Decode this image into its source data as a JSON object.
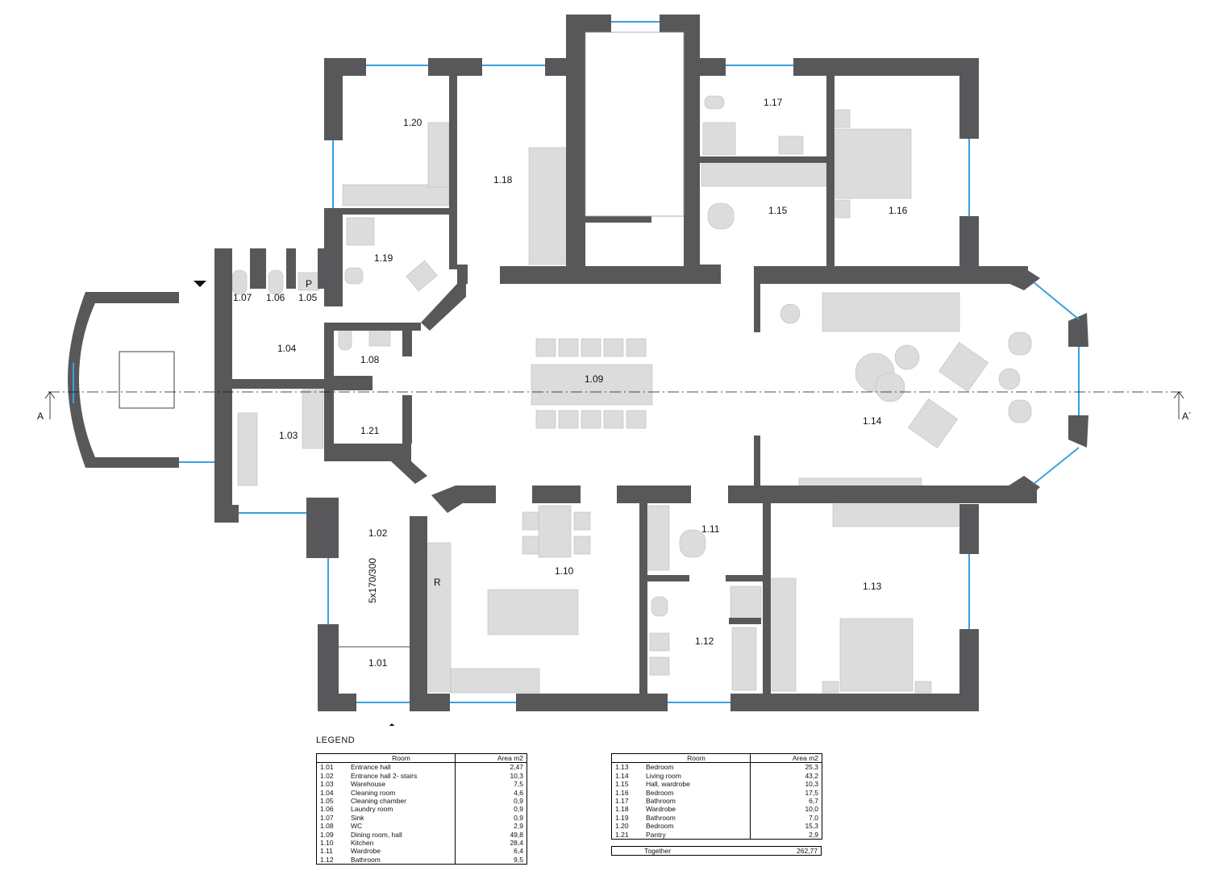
{
  "rooms": [
    {
      "id": "1.01",
      "label": "1.01",
      "name": "Entrance hall",
      "area": "2,47"
    },
    {
      "id": "1.02",
      "label": "1.02",
      "name": "Entrance hall 2- stairs",
      "area": "10,3"
    },
    {
      "id": "1.03",
      "label": "1.03",
      "name": "Warehouse",
      "area": "7,5"
    },
    {
      "id": "1.04",
      "label": "1.04",
      "name": "Cleaning room",
      "area": "4,6"
    },
    {
      "id": "1.05",
      "label": "1.05",
      "name": "Cleaning chamber",
      "area": "0,9"
    },
    {
      "id": "1.06",
      "label": "1.06",
      "name": "Laundry room",
      "area": "0,9"
    },
    {
      "id": "1.07",
      "label": "1.07",
      "name": "Sink",
      "area": "0,9"
    },
    {
      "id": "1.08",
      "label": "1.08",
      "name": "WC",
      "area": "2,9"
    },
    {
      "id": "1.09",
      "label": "1.09",
      "name": "Dining room, hall",
      "area": "49,8"
    },
    {
      "id": "1.10",
      "label": "1.10",
      "name": "Kitchen",
      "area": "28,4"
    },
    {
      "id": "1.11",
      "label": "1.11",
      "name": "Wardrobe",
      "area": "6,4"
    },
    {
      "id": "1.12",
      "label": "1.12",
      "name": "Bathroom",
      "area": "9,5"
    },
    {
      "id": "1.13",
      "label": "1.13",
      "name": "Bedroom",
      "area": "25,3"
    },
    {
      "id": "1.14",
      "label": "1.14",
      "name": "Living room",
      "area": "43,2"
    },
    {
      "id": "1.15",
      "label": "1.15",
      "name": "Hall, wardrobe",
      "area": "10,3"
    },
    {
      "id": "1.16",
      "label": "1.16",
      "name": "Bedroom",
      "area": "17,5"
    },
    {
      "id": "1.17",
      "label": "1.17",
      "name": "Bathroom",
      "area": "6,7"
    },
    {
      "id": "1.18",
      "label": "1.18",
      "name": "Wardrobe",
      "area": "10,0"
    },
    {
      "id": "1.19",
      "label": "1.19",
      "name": "Bathroom",
      "area": "7,0"
    },
    {
      "id": "1.20",
      "label": "1.20",
      "name": "Bedroom",
      "area": "15,3"
    },
    {
      "id": "1.21",
      "label": "1.21",
      "name": "Pantry",
      "area": "2,9"
    }
  ],
  "legend": {
    "title": "LEGEND",
    "col_room": "Room",
    "col_area": "Area m2",
    "together_label": "Together",
    "together_value": "262,77"
  },
  "section": {
    "start": "A",
    "end": "A´"
  },
  "stair_note": "5x170/300",
  "appliance_labels": {
    "pantry_p": "P",
    "kitchen_r": "R"
  },
  "colors": {
    "wall": "#58585a",
    "furniture": "#dcdcdc",
    "window": "#3aa0e0",
    "line": "#111111"
  }
}
